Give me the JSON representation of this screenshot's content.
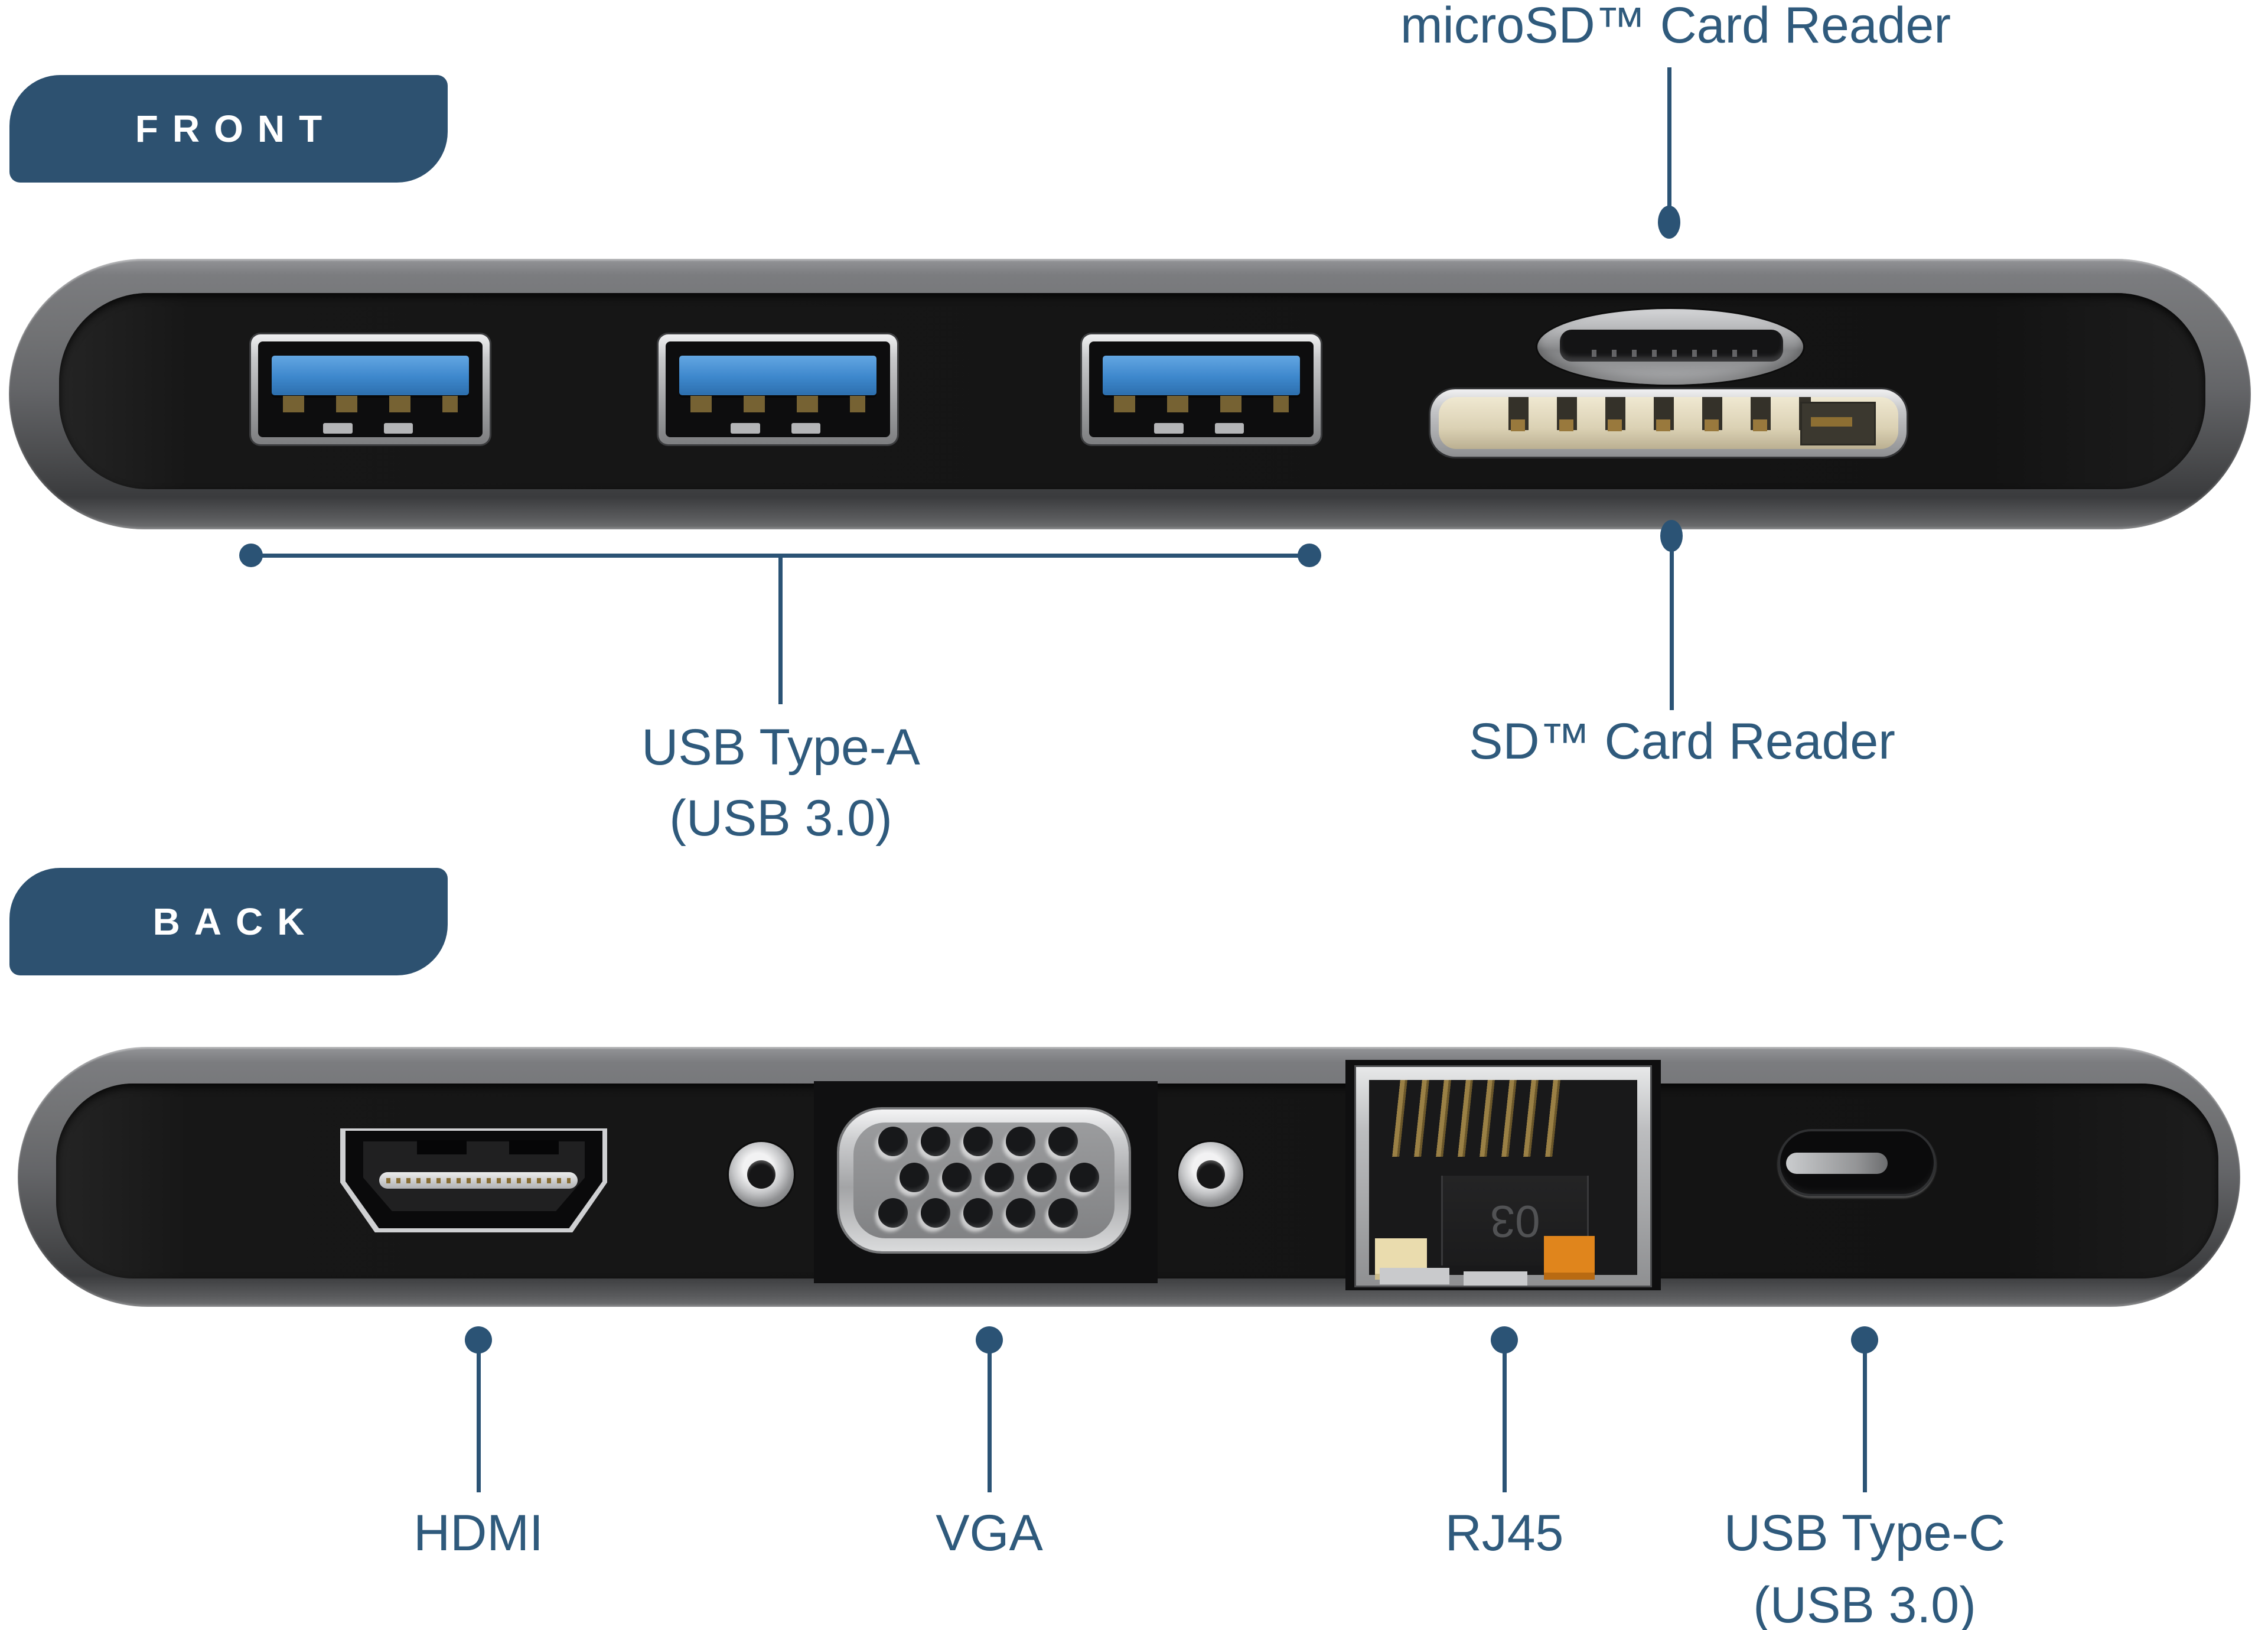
{
  "front": {
    "badge_label": "FRONT",
    "microsd_card_reader_label": "microSD™ Card Reader",
    "usb_type_a_label": "USB Type-A",
    "usb_type_a_sub_label": "(USB 3.0)",
    "sd_card_reader_label": "SD™ Card Reader"
  },
  "back": {
    "badge_label": "BACK",
    "hdmi_label": "HDMI",
    "vga_label": "VGA",
    "rj45_label": "RJ45",
    "usb_type_c_label": "USB Type-C",
    "usb_type_c_sub_label": "(USB 3.0)",
    "rj45_port_marking": "03"
  },
  "colors": {
    "badge_blue": "#2d5170",
    "label_text_blue": "#2f5a7c",
    "leader_line_blue": "#2b5375",
    "usb_tongue_blue": "#3d87cc",
    "device_gray": "#6e6f72",
    "device_face_black": "#151515",
    "background": "#ffffff"
  }
}
